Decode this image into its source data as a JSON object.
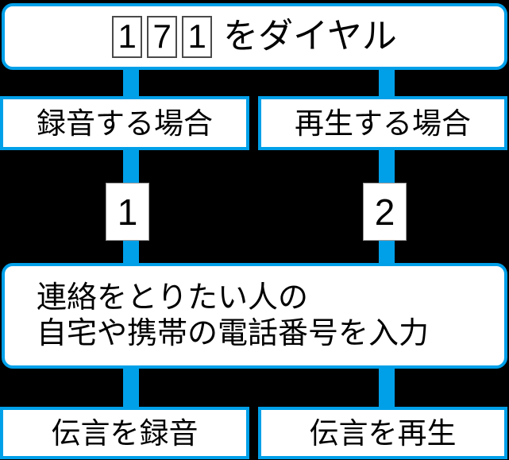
{
  "flowchart": {
    "accent_color": "#00a0e9",
    "background_color": "#000000",
    "box_fill_color": "#ffffff",
    "text_color": "#000000",
    "top_step": {
      "digits": [
        "1",
        "7",
        "1"
      ],
      "suffix": "をダイヤル"
    },
    "branches": [
      {
        "label": "録音する場合",
        "badge": "1"
      },
      {
        "label": "再生する場合",
        "badge": "2"
      }
    ],
    "center_step": {
      "line1": "連絡をとりたい人の",
      "line2": "自宅や携帯の電話番号を入力",
      "text": "連絡をとりたい人の\n自宅や携帯の電話番号を入力"
    },
    "results": [
      {
        "label": "伝言を録音"
      },
      {
        "label": "伝言を再生"
      }
    ]
  }
}
